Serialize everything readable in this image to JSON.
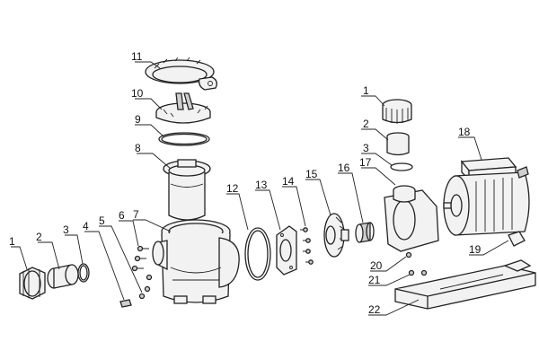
{
  "diagram": {
    "callouts": [
      {
        "id": "c1a",
        "text": "1"
      },
      {
        "id": "c2a",
        "text": "2"
      },
      {
        "id": "c3a",
        "text": "3"
      },
      {
        "id": "c4",
        "text": "4"
      },
      {
        "id": "c5",
        "text": "5"
      },
      {
        "id": "c6",
        "text": "6"
      },
      {
        "id": "c7",
        "text": "7"
      },
      {
        "id": "c8",
        "text": "8"
      },
      {
        "id": "c9",
        "text": "9"
      },
      {
        "id": "c10",
        "text": "10"
      },
      {
        "id": "c11",
        "text": "11"
      },
      {
        "id": "c12",
        "text": "12"
      },
      {
        "id": "c13",
        "text": "13"
      },
      {
        "id": "c14",
        "text": "14"
      },
      {
        "id": "c15",
        "text": "15"
      },
      {
        "id": "c16",
        "text": "16"
      },
      {
        "id": "c17",
        "text": "17"
      },
      {
        "id": "c18",
        "text": "18"
      },
      {
        "id": "c1b",
        "text": "1"
      },
      {
        "id": "c2b",
        "text": "2"
      },
      {
        "id": "c3b",
        "text": "3"
      },
      {
        "id": "c19",
        "text": "19"
      },
      {
        "id": "c20",
        "text": "20"
      },
      {
        "id": "c21",
        "text": "21"
      },
      {
        "id": "c22",
        "text": "22"
      }
    ]
  }
}
